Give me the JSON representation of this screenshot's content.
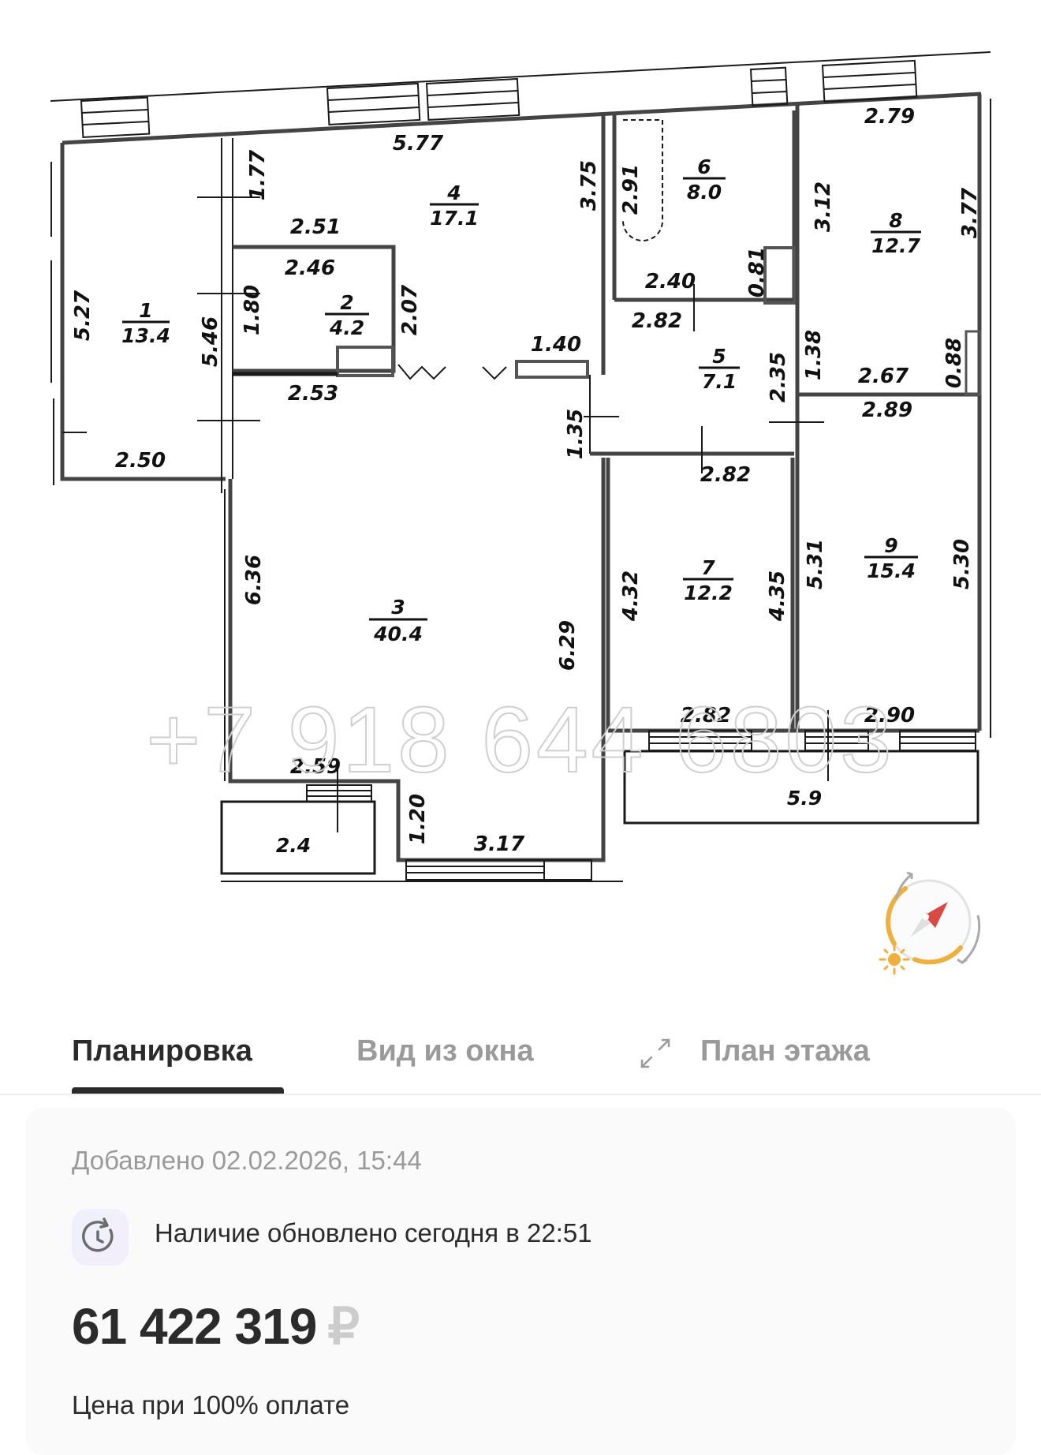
{
  "floor_plan": {
    "rooms": [
      {
        "number": "1",
        "area": "13.4"
      },
      {
        "number": "2",
        "area": "4.2"
      },
      {
        "number": "3",
        "area": "40.4"
      },
      {
        "number": "4",
        "area": "17.1"
      },
      {
        "number": "5",
        "area": "7.1"
      },
      {
        "number": "6",
        "area": "8.0"
      },
      {
        "number": "7",
        "area": "12.2"
      },
      {
        "number": "8",
        "area": "12.7"
      },
      {
        "number": "9",
        "area": "15.4"
      }
    ],
    "balconies": [
      {
        "area": "2.4"
      },
      {
        "area": "5.9"
      }
    ],
    "dimensions": {
      "d577": "5.77",
      "d177": "1.77",
      "d251": "2.51",
      "d375": "3.75",
      "d291": "2.91",
      "d279": "2.79",
      "d312": "3.12",
      "d377": "3.77",
      "d527": "5.27",
      "d546": "5.46",
      "d246": "2.46",
      "d180": "1.80",
      "d207": "2.07",
      "d253": "2.53",
      "d140": "1.40",
      "d240": "2.40",
      "d081": "0.81",
      "d282a": "2.82",
      "d138": "1.38",
      "d235": "2.35",
      "d267": "2.67",
      "d088": "0.88",
      "d289": "2.89",
      "d135": "1.35",
      "d250": "2.50",
      "d282b": "2.82",
      "d636": "6.36",
      "d629": "6.29",
      "d432": "4.32",
      "d435": "4.35",
      "d531": "5.31",
      "d530": "5.30",
      "d282c": "2.82",
      "d290": "2.90",
      "d259": "2.59",
      "d120": "1.20",
      "d317": "3.17"
    },
    "watermark": "+7 918 644 6803",
    "compass": {
      "icon": "compass-sun-icon",
      "needle_color": "#d94a45",
      "arc_color": "#f0b040"
    }
  },
  "tabs": [
    {
      "label": "Планировка",
      "active": true
    },
    {
      "label": "Вид из окна",
      "active": false
    },
    {
      "label": "План этажа",
      "active": false,
      "icon": "expand-icon"
    }
  ],
  "info": {
    "added": "Добавлено 02.02.2026, 15:44",
    "availability": "Наличие обновлено сегодня в 22:51",
    "availability_icon": "clock-refresh-icon",
    "price": "61 422 319",
    "currency": "₽",
    "price_note": "Цена при 100% оплате"
  }
}
